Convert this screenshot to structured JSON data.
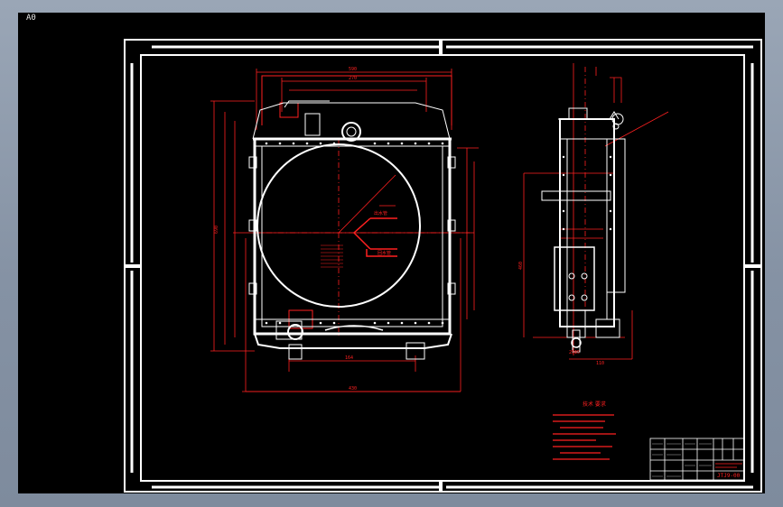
{
  "viewport": {
    "label": "A0"
  },
  "colors": {
    "background": "#000000",
    "frame": "#ffffff",
    "outline": "#ffffff",
    "dimension": "#ff2020",
    "notes": "#ff2020"
  },
  "views": {
    "front": {
      "name": "radiator-front-view"
    },
    "side": {
      "name": "radiator-side-view"
    }
  },
  "labels": {
    "top_dim": "590",
    "top_dim2": "270",
    "height_dim": "690",
    "width_bottom": "430",
    "bottom_dim": "164",
    "side_height": "460",
    "side_bottom": "110",
    "side_bottom2": "25Ф5",
    "callout_1": "出水管",
    "callout_2": "回水管"
  },
  "notes_title": "技术  要求",
  "title_block": {
    "drawing_no": "JTJ9-00"
  }
}
